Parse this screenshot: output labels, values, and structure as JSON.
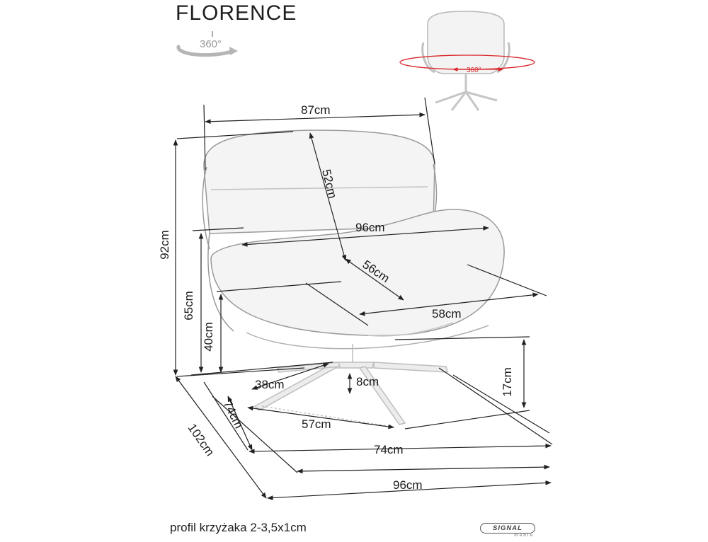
{
  "title": "FLORENCE",
  "rotation_icon": {
    "label": "360°",
    "icon": "rotate-360-icon"
  },
  "preview_rotation_label": "360°",
  "dimensions": {
    "top_width": "87cm",
    "back_height": "52cm",
    "armrest_width": "96cm",
    "seat_depth": "56cm",
    "side_depth": "58cm",
    "total_height": "92cm",
    "armrest_height": "65cm",
    "seat_height": "40cm",
    "base_height": "17cm",
    "base_leg": "38cm",
    "base_profile_height": "8cm",
    "base_depth": "74cm",
    "base_diagonal": "57cm",
    "base_width": "74cm",
    "total_depth": "102cm",
    "total_width": "96cm"
  },
  "footer": "profil krzyżaka 2-3,5x1cm",
  "logo": {
    "brand": "SIGNAL",
    "sub": "meble"
  },
  "colors": {
    "accent_red": "#d9262a",
    "line": "#222222",
    "chair_outline": "#9a9a9a"
  }
}
